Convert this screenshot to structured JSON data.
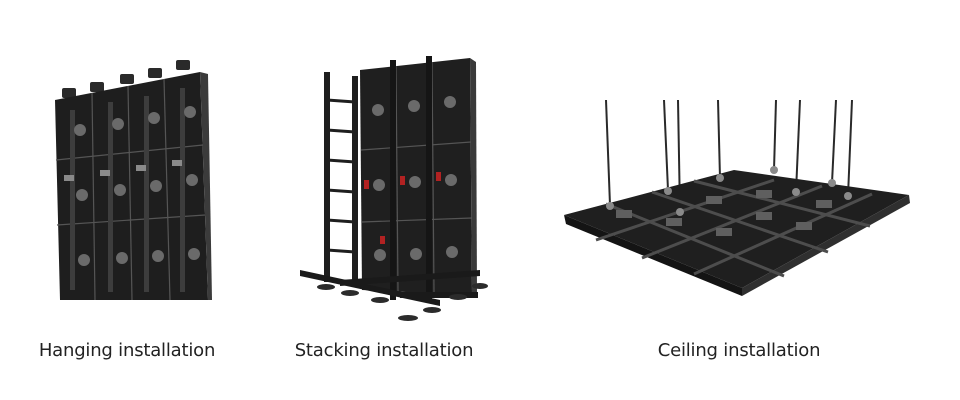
{
  "items": [
    {
      "caption": "Hanging installation",
      "icon": "hanging-led-panel-image"
    },
    {
      "caption": "Stacking installation",
      "icon": "stacking-led-panel-image"
    },
    {
      "caption": "Ceiling installation",
      "icon": "ceiling-led-panel-image"
    }
  ],
  "colors": {
    "frame": "#1b1b1b",
    "shadow": "#3a3a3a",
    "accent": "#b22222",
    "background": "#ffffff"
  }
}
